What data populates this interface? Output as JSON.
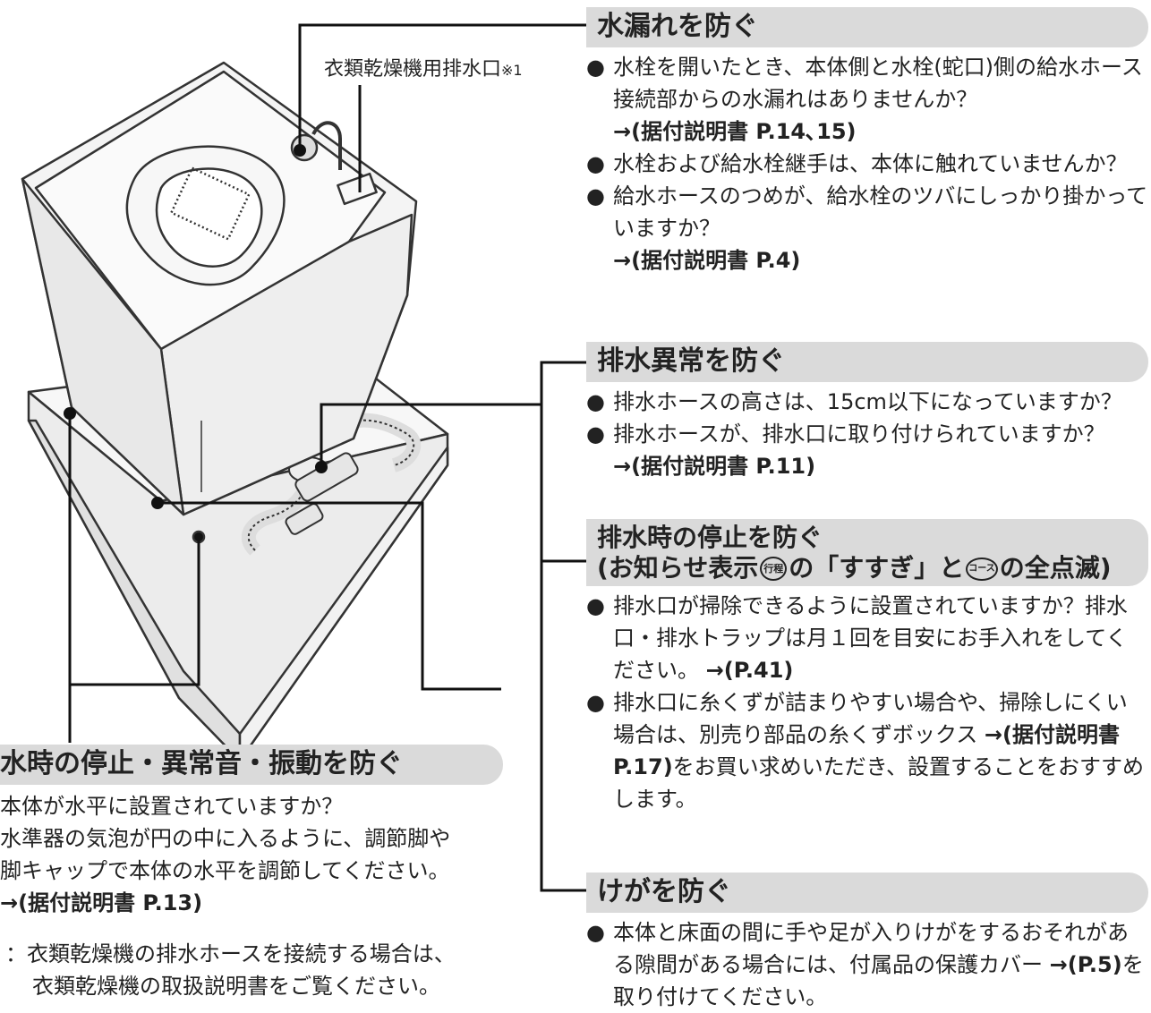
{
  "sections": {
    "water_leak": {
      "title": "水漏れを防ぐ",
      "items": [
        {
          "bullet": "●",
          "text": "水栓を開いたとき、本体側と水栓(蛇口)側の給水ホース接続部からの水漏れはありませんか？",
          "ref": "→(据付説明書 P.14､15)"
        },
        {
          "bullet": "●",
          "text": "水栓および給水栓継手は、本体に触れていませんか？"
        },
        {
          "bullet": "●",
          "text": "給水ホースのつめが、給水栓のツバにしっかり掛かっていますか？",
          "ref": "→(据付説明書 P.4)"
        }
      ]
    },
    "drain_abnormal": {
      "title": "排水異常を防ぐ",
      "items": [
        {
          "bullet": "●",
          "text": "排水ホースの高さは、15cm以下になっていますか？"
        },
        {
          "bullet": "●",
          "text": "排水ホースが、排水口に取り付けられていますか？",
          "ref": "→(据付説明書 P.11)"
        }
      ]
    },
    "drain_stop": {
      "title_line1": "排水時の停止を防ぐ",
      "title_line2_a": "(お知らせ表示",
      "icon_gyotei": "行程",
      "title_line2_b": "の「すすぎ」と",
      "icon_course": "コース",
      "title_line2_c": "の全点滅)",
      "items": [
        {
          "bullet": "●",
          "text": "排水口が掃除できるように設置されていますか？排水口・排水トラップは月１回を目安にお手入れをしてください。",
          "ref": "→(P.41)"
        },
        {
          "bullet": "●",
          "text_a": "排水口に糸くずが詰まりやすい場合や、掃除しにくい場合は、別売り部品の糸くずボックス",
          "ref": "→(据付説明書 P.17)",
          "text_b": "をお買い求めいただき、設置することをおすすめします。"
        }
      ]
    },
    "injury": {
      "title": "けがを防ぐ",
      "items": [
        {
          "bullet": "●",
          "text_a": "本体と床面の間に手や足が入りけがをするおそれがある隙間がある場合には、付属品の保護カバー",
          "ref": "→(P.5)",
          "text_b": "を取り付けてください。"
        }
      ]
    },
    "vibration": {
      "title": "水時の停止・異常音・振動を防ぐ",
      "items": [
        {
          "text": "本体が水平に設置されていますか？"
        },
        {
          "text": "水準器の気泡が円の中に入るように、調節脚や"
        },
        {
          "text": "脚キャップで本体の水平を調節してください。"
        }
      ],
      "ref": "→(据付説明書 P.13)"
    }
  },
  "dryer_label": {
    "text": "衣類乾燥機用排水口",
    "mark": "※1"
  },
  "footnote": {
    "line1": "：衣類乾燥機の排水ホースを接続する場合は、",
    "line2": "衣類乾燥機の取扱説明書をご覧ください。"
  },
  "colors": {
    "header_bg": "#dadada",
    "line": "#111111",
    "text": "#222222"
  }
}
